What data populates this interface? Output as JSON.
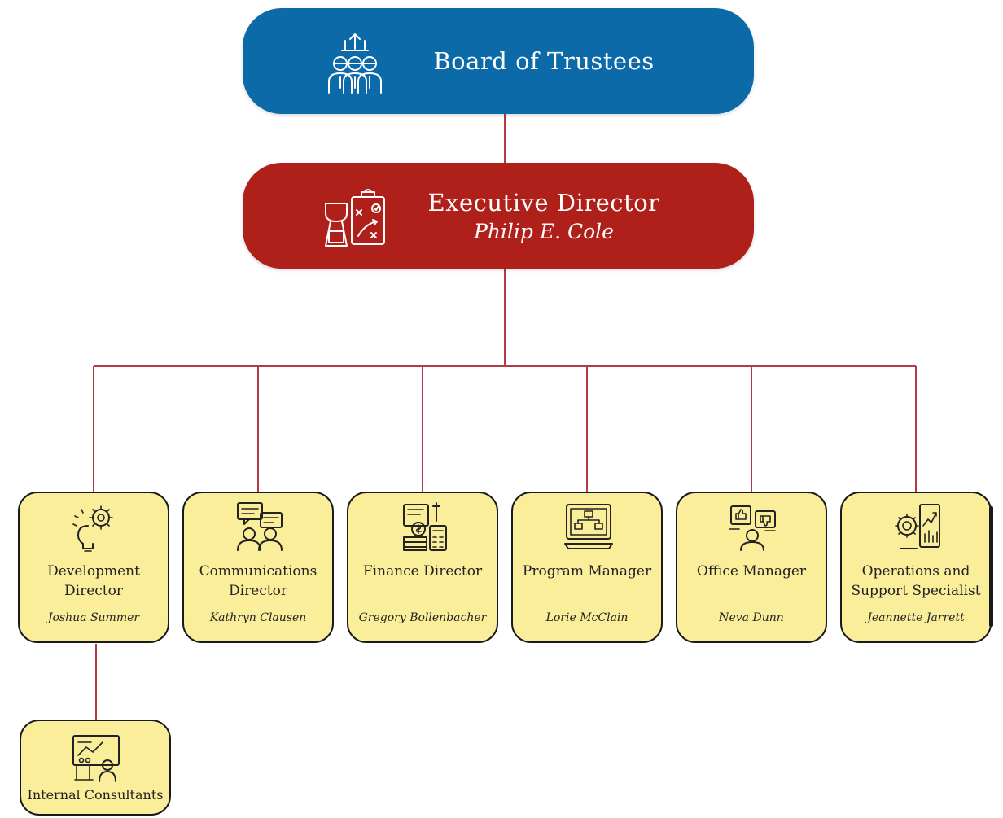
{
  "colors": {
    "board": "#0d6aa8",
    "executive": "#b0201b",
    "staff": "#fbee9b",
    "connector": "#b23b45"
  },
  "board": {
    "title": "Board of Trustees",
    "icon": "board-group-icon"
  },
  "executive": {
    "title": "Executive Director",
    "person": "Philip E. Cole",
    "icon": "strategy-plan-icon"
  },
  "staff": [
    {
      "role_line1": "Development",
      "role_line2": "Director",
      "person": "Joshua Summer",
      "icon": "gear-lightbulb-icon"
    },
    {
      "role_line1": "Communications",
      "role_line2": "Director",
      "person": "Kathryn Clausen",
      "icon": "conversation-icon"
    },
    {
      "role_line1": "Finance Director",
      "role_line2": "",
      "person": "Gregory Bollenbacher",
      "icon": "finance-calculator-icon"
    },
    {
      "role_line1": "Program Manager",
      "role_line2": "",
      "person": "Lorie McClain",
      "icon": "program-flowchart-icon"
    },
    {
      "role_line1": "Office Manager",
      "role_line2": "",
      "person": "Neva Dunn",
      "icon": "office-feedback-icon"
    },
    {
      "role_line1": "Operations and",
      "role_line2": "Support Specialist",
      "person": "Jeannette Jarrett",
      "icon": "operations-chart-icon"
    }
  ],
  "consultants": {
    "role": "Internal Consultants",
    "icon": "presentation-board-icon"
  }
}
